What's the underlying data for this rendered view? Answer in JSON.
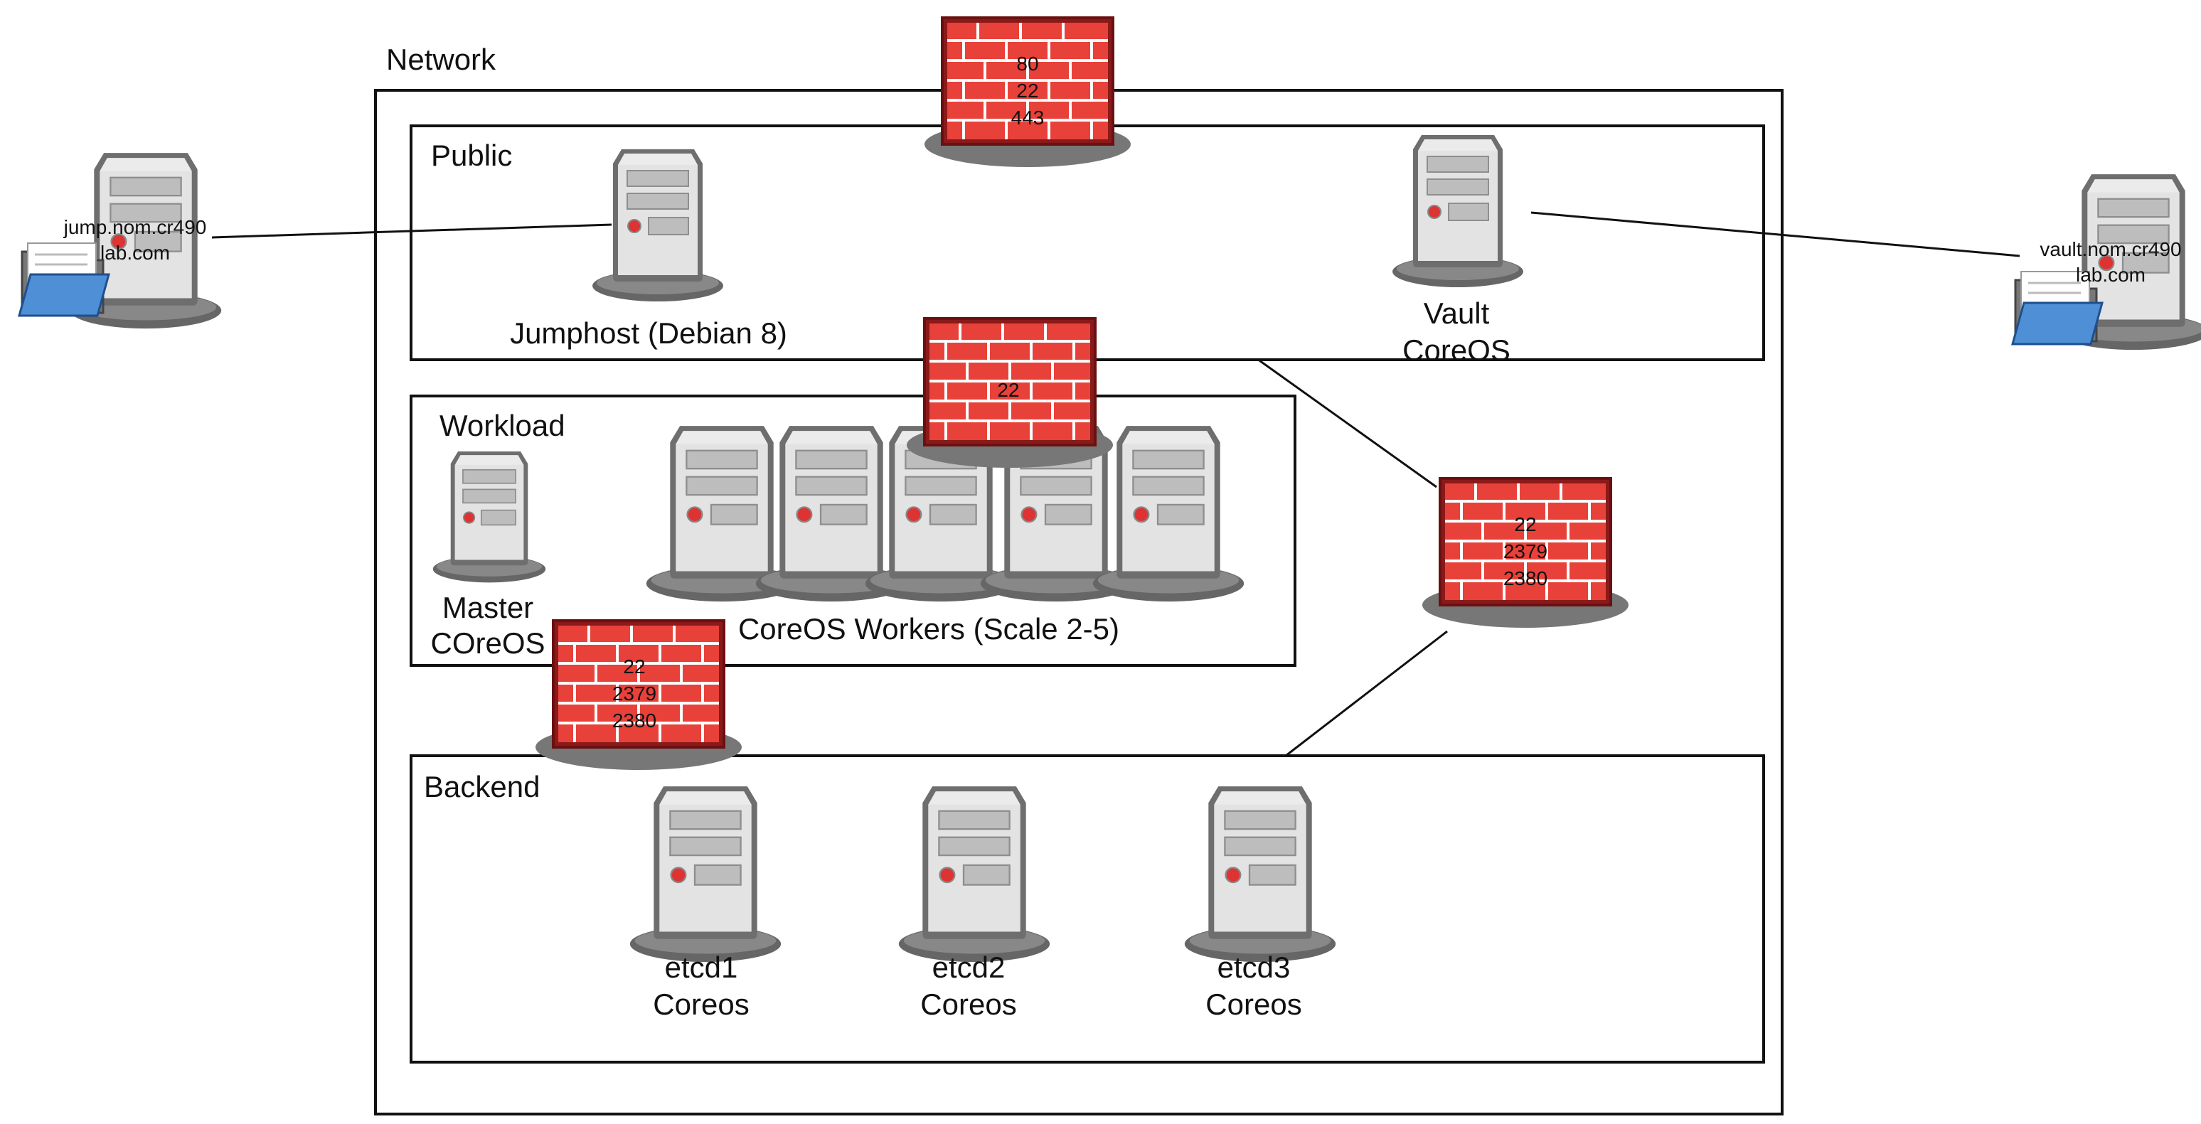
{
  "network": {
    "label": "Network",
    "zones": {
      "public": "Public",
      "workload": "Workload",
      "backend": "Backend"
    }
  },
  "external_hosts": {
    "jump": [
      "jump.nom.cr490",
      "lab.com"
    ],
    "vault": [
      "vault.nom.cr490",
      "lab.com"
    ]
  },
  "servers": {
    "jumphost": "Jumphost (Debian 8)",
    "vault": [
      "Vault",
      "CoreOS"
    ],
    "master": [
      "Master",
      "COreOS"
    ],
    "workers": "CoreOS Workers (Scale 2-5)",
    "etcd1": [
      "etcd1",
      "Coreos"
    ],
    "etcd2": [
      "etcd2",
      "Coreos"
    ],
    "etcd3": [
      "etcd3",
      "Coreos"
    ]
  },
  "firewalls": {
    "top": [
      "80",
      "22",
      "443"
    ],
    "workload": [
      "22"
    ],
    "right": [
      "22",
      "2379",
      "2380"
    ],
    "backend": [
      "22",
      "2379",
      "2380"
    ]
  },
  "icons": {
    "server": "server-tower-icon",
    "firewall": "brick-firewall-icon",
    "folder": "folder-icon"
  },
  "colors": {
    "firewall_brick": "#e8413a",
    "firewall_border": "#8a1a1a",
    "server_body": "#e6e6e6",
    "folder": "#4f8fd6"
  }
}
